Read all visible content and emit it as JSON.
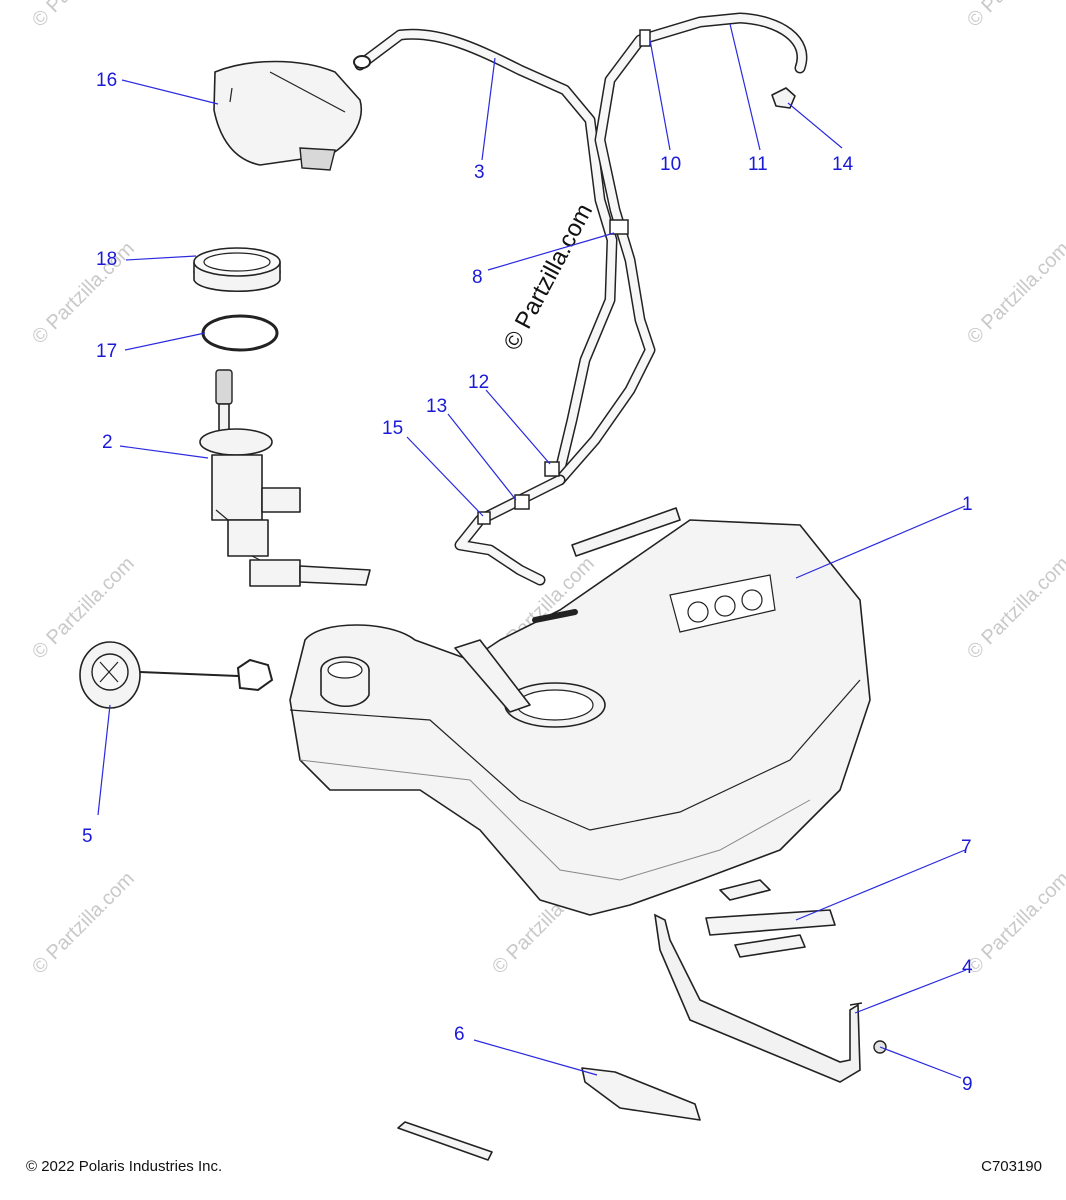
{
  "watermark": "© Partzilla.com",
  "footer": {
    "copyright": "© 2022 Polaris Industries Inc.",
    "figure_code": "C703190"
  },
  "callouts": {
    "c1": "1",
    "c2": "2",
    "c3": "3",
    "c4": "4",
    "c5": "5",
    "c6": "6",
    "c7": "7",
    "c8": "8",
    "c9": "9",
    "c10": "10",
    "c11": "11",
    "c12": "12",
    "c13": "13",
    "c14": "14",
    "c15": "15",
    "c16": "16",
    "c17": "17",
    "c18": "18"
  }
}
